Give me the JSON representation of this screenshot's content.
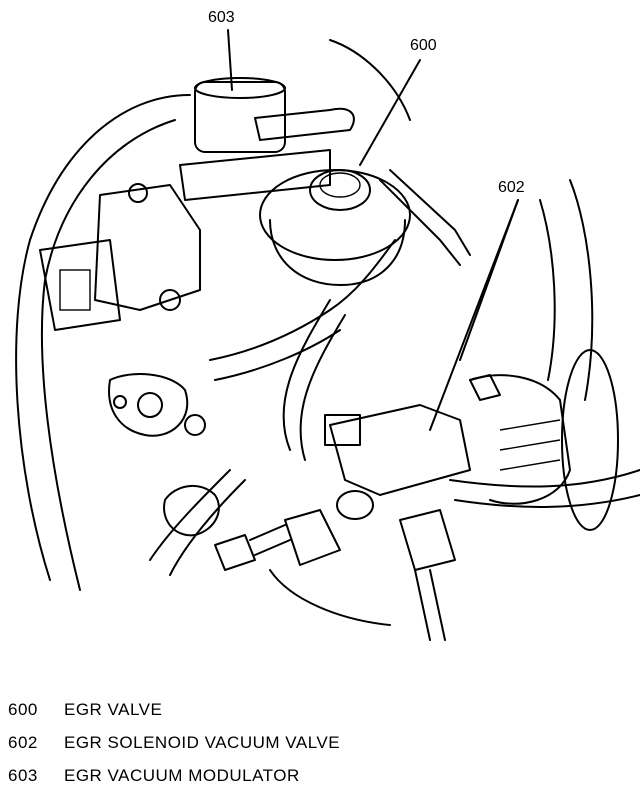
{
  "callouts": {
    "c603": "603",
    "c600": "600",
    "c602": "602"
  },
  "legend": [
    {
      "num": "600",
      "text": "EGR VALVE"
    },
    {
      "num": "602",
      "text": "EGR SOLENOID VACUUM VALVE"
    },
    {
      "num": "603",
      "text": "EGR VACUUM MODULATOR"
    }
  ]
}
